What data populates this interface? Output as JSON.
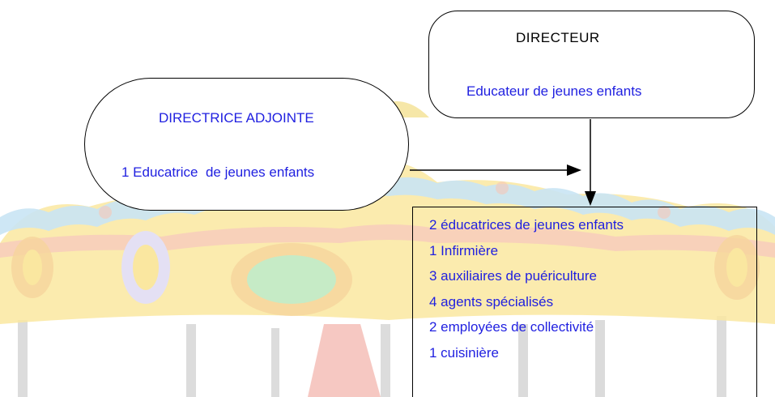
{
  "diagram": {
    "director": {
      "title": "DIRECTEUR",
      "role": "Educateur de jeunes enfants"
    },
    "deputy": {
      "title": "DIRECTRICE ADJOINTE",
      "role": "1 Educatrice  de jeunes enfants"
    },
    "staff": {
      "items": [
        "2 éducatrices de jeunes enfants",
        "1 Infirmière",
        "3 auxiliaires de puériculture",
        "4 agents spécialisés",
        "2 employées de collectivité",
        "1 cuisinière"
      ]
    }
  },
  "colors": {
    "text_blue": "#1f1fe0",
    "border": "#000000",
    "background_watermark": "carousel"
  }
}
